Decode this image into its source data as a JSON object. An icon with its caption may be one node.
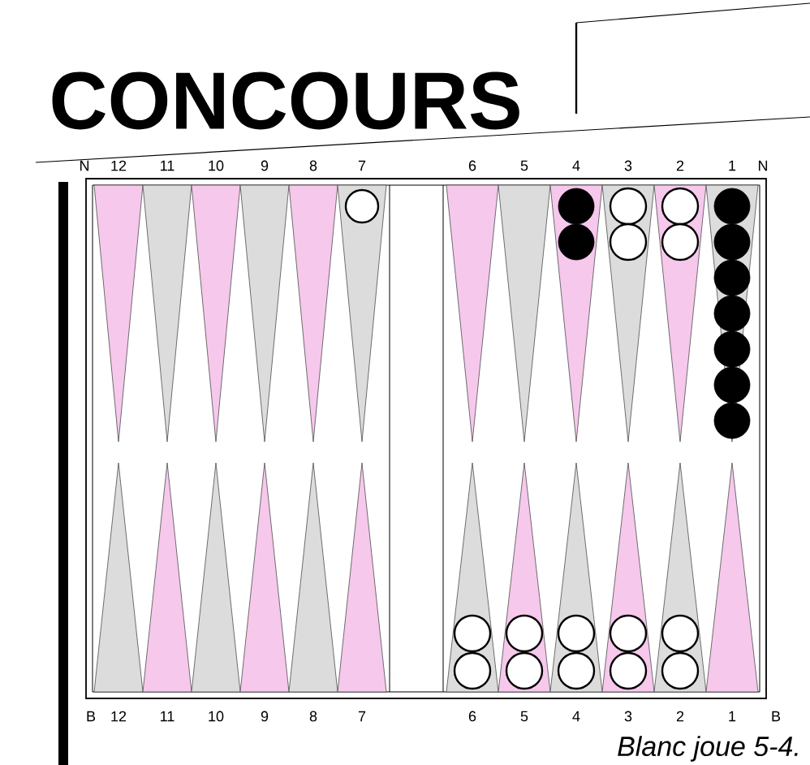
{
  "diagram": {
    "title": "CONCOURS",
    "labels": [
      "N",
      "12",
      "11",
      "10",
      "9",
      "8",
      "7",
      "6",
      "5",
      "4",
      "3",
      "2",
      "1",
      "N",
      "B",
      "12",
      "11",
      "10",
      "9",
      "8",
      "7",
      "6",
      "5",
      "4",
      "3",
      "2",
      "1",
      "B",
      "Blanc joue 5-4."
    ]
  }
}
